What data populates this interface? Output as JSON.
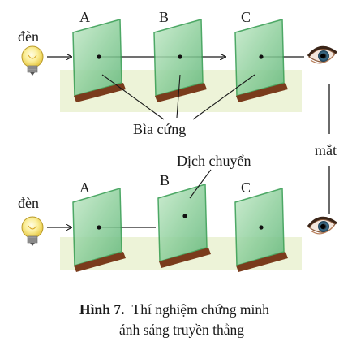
{
  "figure": {
    "lamp_label": "đèn",
    "cards": [
      "A",
      "B",
      "C"
    ],
    "cards_label": "Bìa cứng",
    "move_label": "Dịch chuyển",
    "eye_label": "mắt",
    "caption_bold": "Hình 7.",
    "caption_line1": "Thí nghiệm chứng minh",
    "caption_line2": "ánh sáng truyền thẳng"
  },
  "colors": {
    "card_fill": "#8fcf9a",
    "card_edge": "#2f9a4c",
    "base": "#7a3b1c",
    "table": "#edf3d8",
    "bulb": "#f6e37a"
  }
}
